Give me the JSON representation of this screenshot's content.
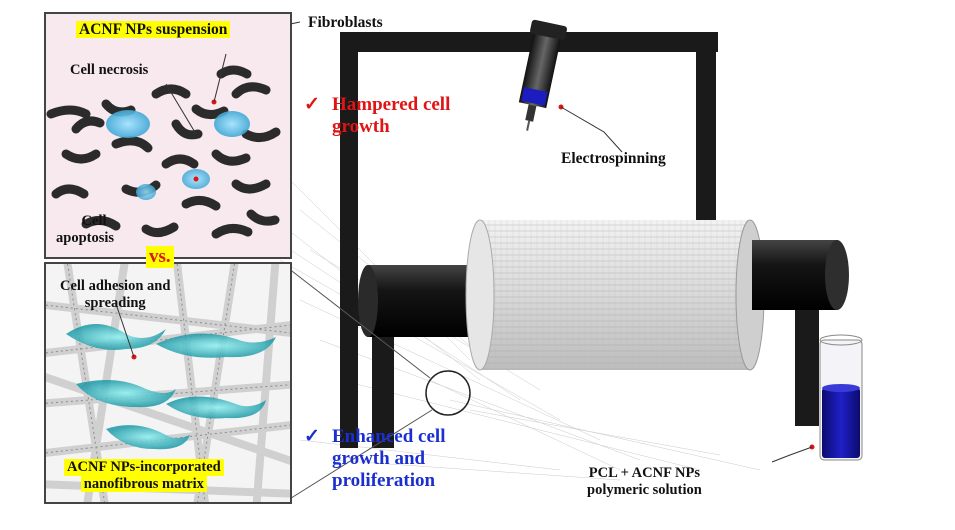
{
  "top_panel": {
    "title": "ACNF NPs suspension",
    "necrosis": "Cell necrosis",
    "apoptosis_1": "Cell",
    "apoptosis_2": "apoptosis"
  },
  "fibroblasts": "Fibroblasts",
  "versus": "vs.",
  "bottom_panel": {
    "adhesion_1": "Cell adhesion and",
    "adhesion_2": "spreading",
    "matrix_1": "ACNF NPs-incorporated",
    "matrix_2": "nanofibrous matrix"
  },
  "hampered": {
    "check": "✓",
    "line1": "Hampered cell",
    "line2": "growth"
  },
  "enhanced": {
    "check": "✓",
    "line1": "Enhanced cell",
    "line2": "growth and",
    "line3": "proliferation"
  },
  "electrospinning": "Electrospinning",
  "solution": {
    "line1": "PCL + ACNF NPs",
    "line2": "polymeric solution"
  },
  "colors": {
    "negative": "#e01414",
    "positive": "#1b2fd0",
    "highlight": "#ffff00"
  }
}
